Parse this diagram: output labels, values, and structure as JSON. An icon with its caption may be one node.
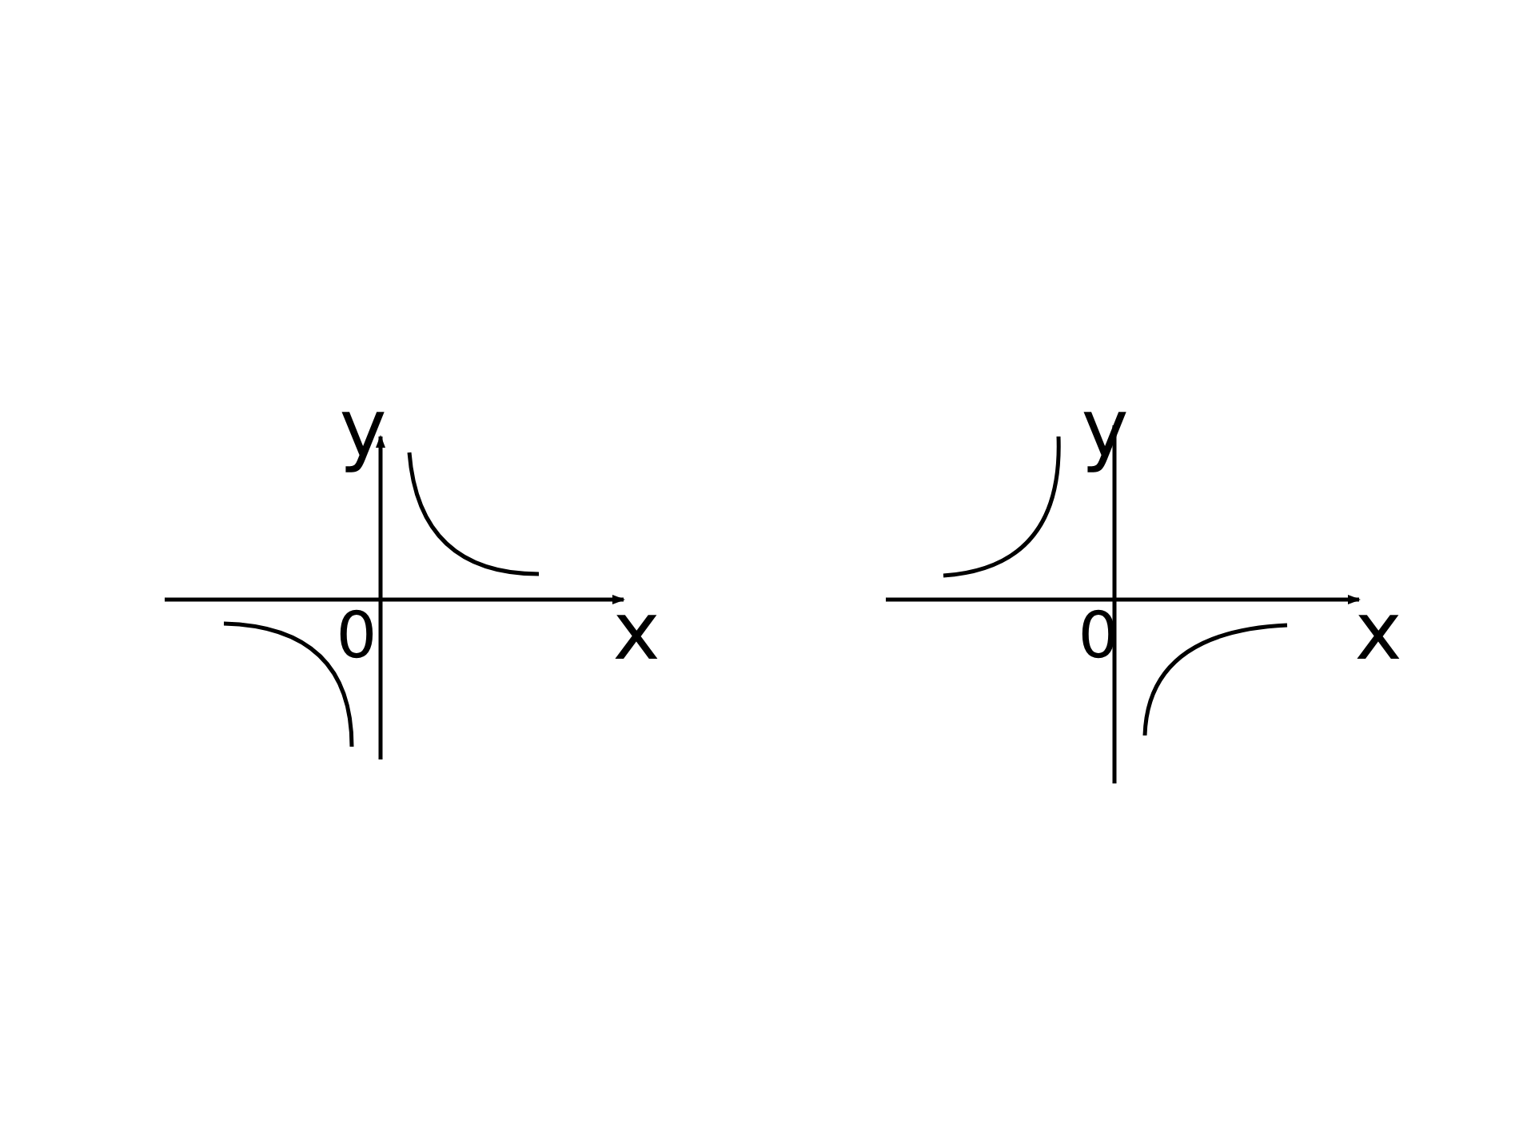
{
  "diagram": {
    "labels": [
      "y",
      "0",
      "x",
      "y",
      "0",
      "x"
    ]
  }
}
